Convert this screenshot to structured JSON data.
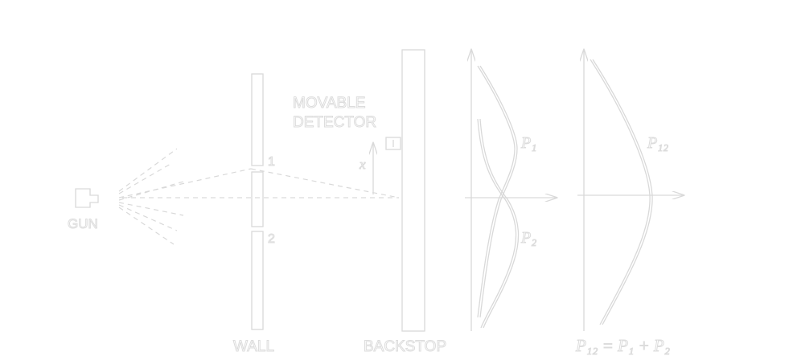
{
  "labels": {
    "gun": "GUN",
    "wall": "WALL",
    "backstop": "BACKSTOP",
    "movable_detector_line1": "MOVABLE",
    "movable_detector_line2": "DETECTOR",
    "hole_1": "1",
    "hole_2": "2",
    "x_axis": "x"
  },
  "curve_labels": {
    "p1": "P₁",
    "p2": "P₂",
    "p12": "P₁₂",
    "formula": "P₁₂ = P₁ + P₂"
  },
  "colors": {
    "stroke": "#d9d9d9",
    "background": "#ffffff"
  }
}
